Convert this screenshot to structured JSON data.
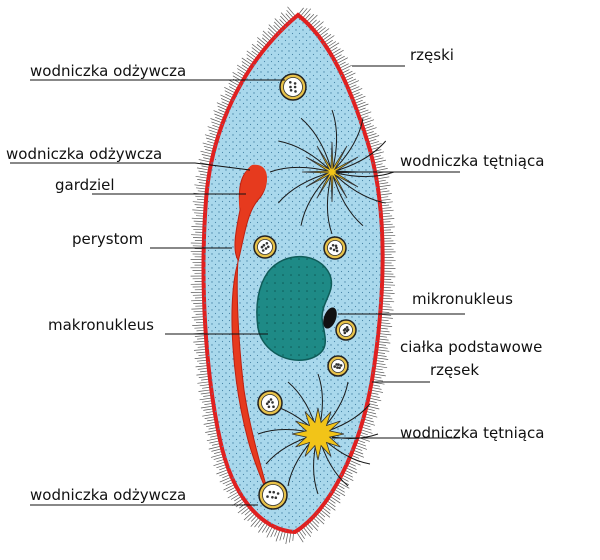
{
  "labels": {
    "food_vacuole_1": "wodniczka odżywcza",
    "food_vacuole_2": "wodniczka odżywcza",
    "food_vacuole_3": "wodniczka odżywcza",
    "cytopharynx": "gardziel",
    "peristome": "perystom",
    "macronucleus": "makronukleus",
    "cilia": "rzęski",
    "contractile_vacuole_1": "wodniczka tętniąca",
    "contractile_vacuole_2": "wodniczka tętniąca",
    "micronucleus": "mikronukleus",
    "basal_bodies_line1": "ciałka podstawowe",
    "basal_bodies_line2": "rzęsek"
  },
  "colors": {
    "cytoplasm": "#a9d8ec",
    "pellicle": "#e02020",
    "macronucleus": "#1e8a86",
    "contractile_vacuole": "#f2c418",
    "cilia": "#555555"
  }
}
